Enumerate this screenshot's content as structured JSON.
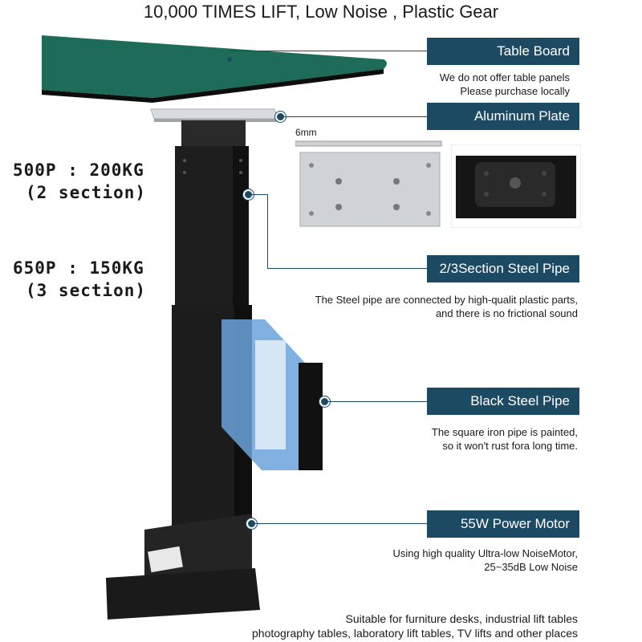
{
  "header": {
    "title": "10,000 TIMES LIFT, Low Noise , Plastic Gear"
  },
  "specs": {
    "two_section_load": "500P : 200KG",
    "two_section_label": "(2 section)",
    "three_section_load": "650P : 150KG",
    "three_section_label": "(3 section)"
  },
  "callouts": {
    "table_board": {
      "label": "Table Board",
      "note_line1": "We do not offer table panels",
      "note_line2": "Please purchase locally"
    },
    "aluminum_plate": {
      "label": "Aluminum Plate",
      "thickness": "6mm"
    },
    "section_pipe": {
      "label": "2/3Section Steel Pipe",
      "note_line1": "The Steel pipe are connected by high-qualit plastic parts,",
      "note_line2": "and there is no frictional sound"
    },
    "black_pipe": {
      "label": "Black Steel Pipe",
      "note_line1": "The square iron pipe is painted,",
      "note_line2": "so it won't rust fora long time."
    },
    "motor": {
      "label": "55W Power Motor",
      "note_line1": "Using high quality Ultra-low NoiseMotor,",
      "note_line2": "25~35dB Low Noise"
    }
  },
  "footer": {
    "line1": "Suitable for furniture desks, industrial lift tables",
    "line2": "photography tables, laboratory lift tables, TV lifts and other places"
  },
  "colors": {
    "accent": "#1d4a63",
    "board": "#1f6b5a",
    "leg": "#1e1e1e"
  }
}
